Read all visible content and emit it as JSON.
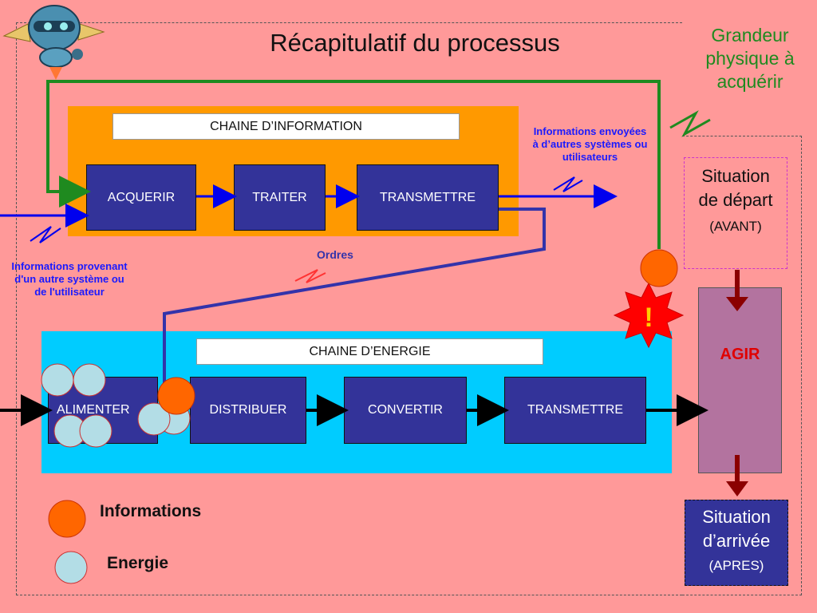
{
  "title": "Récapitulatif du processus",
  "grandeur": [
    "Grandeur",
    "physique à",
    "acquérir"
  ],
  "info_chain": {
    "label": "CHAINE D’INFORMATION",
    "blocks": [
      "ACQUERIR",
      "TRAITER",
      "TRANSMETTRE"
    ]
  },
  "energy_chain": {
    "label": "CHAINE D’ENERGIE",
    "blocks": [
      "ALIMENTER",
      "DISTRIBUER",
      "CONVERTIR",
      "TRANSMETTRE"
    ]
  },
  "notes": {
    "info_out": [
      "Informations envoyées",
      "à d’autres  systèmes ou",
      "utilisateurs"
    ],
    "info_in": [
      "Informations provenant",
      "d'un autre système ou",
      "de l'utilisateur"
    ],
    "ordres": "Ordres"
  },
  "situation_depart": {
    "title": [
      "Situation",
      "de départ"
    ],
    "sub": "(AVANT)"
  },
  "agir": "AGIR",
  "situation_arrivee": {
    "title": [
      "Situation",
      "d’arrivée"
    ],
    "sub": "(APRES)"
  },
  "warning": "!",
  "legend": {
    "informations": "Informations",
    "energie": "Energie"
  },
  "colors": {
    "background": "#ff9999",
    "info_panel": "#ff9900",
    "energy_panel": "#00ccff",
    "block": "#333399",
    "info_token": "#ff6600",
    "energy_token": "#b3dde6",
    "green_line": "#1f8a1f",
    "agir": "#e00000"
  }
}
